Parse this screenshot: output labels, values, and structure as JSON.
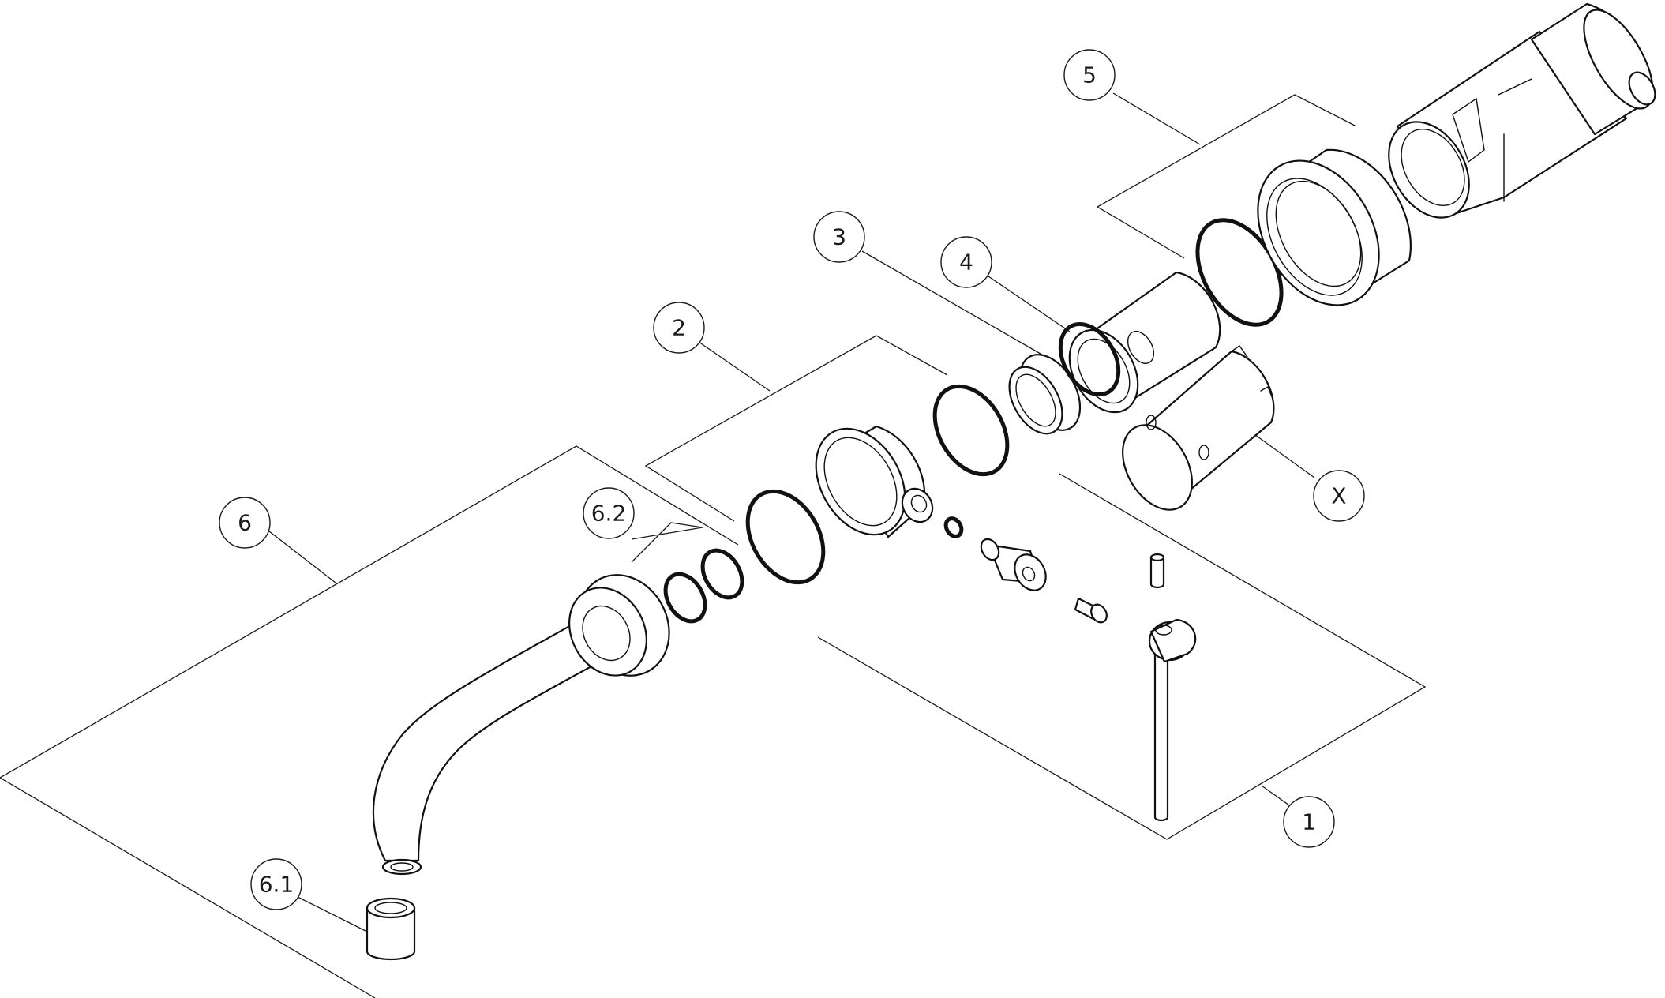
{
  "callouts": [
    {
      "id": "1",
      "label": "1"
    },
    {
      "id": "2",
      "label": "2"
    },
    {
      "id": "3",
      "label": "3"
    },
    {
      "id": "4",
      "label": "4"
    },
    {
      "id": "5",
      "label": "5"
    },
    {
      "id": "6",
      "label": "6"
    },
    {
      "id": "6.1",
      "label": "6.1"
    },
    {
      "id": "6.2",
      "label": "6.2"
    },
    {
      "id": "X",
      "label": "X"
    }
  ]
}
